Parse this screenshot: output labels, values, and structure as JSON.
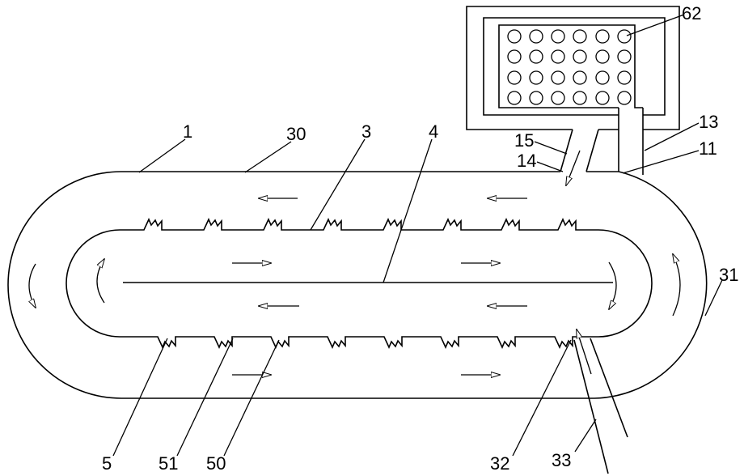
{
  "colors": {
    "background": "#ffffff",
    "line": "#000000"
  },
  "labels": {
    "n1": "1",
    "n30": "30",
    "n3": "3",
    "n4": "4",
    "n62": "62",
    "n13": "13",
    "n11": "11",
    "n15": "15",
    "n14": "14",
    "n31": "31",
    "n5": "5",
    "n51": "51",
    "n50": "50",
    "n32": "32",
    "n33": "33"
  }
}
